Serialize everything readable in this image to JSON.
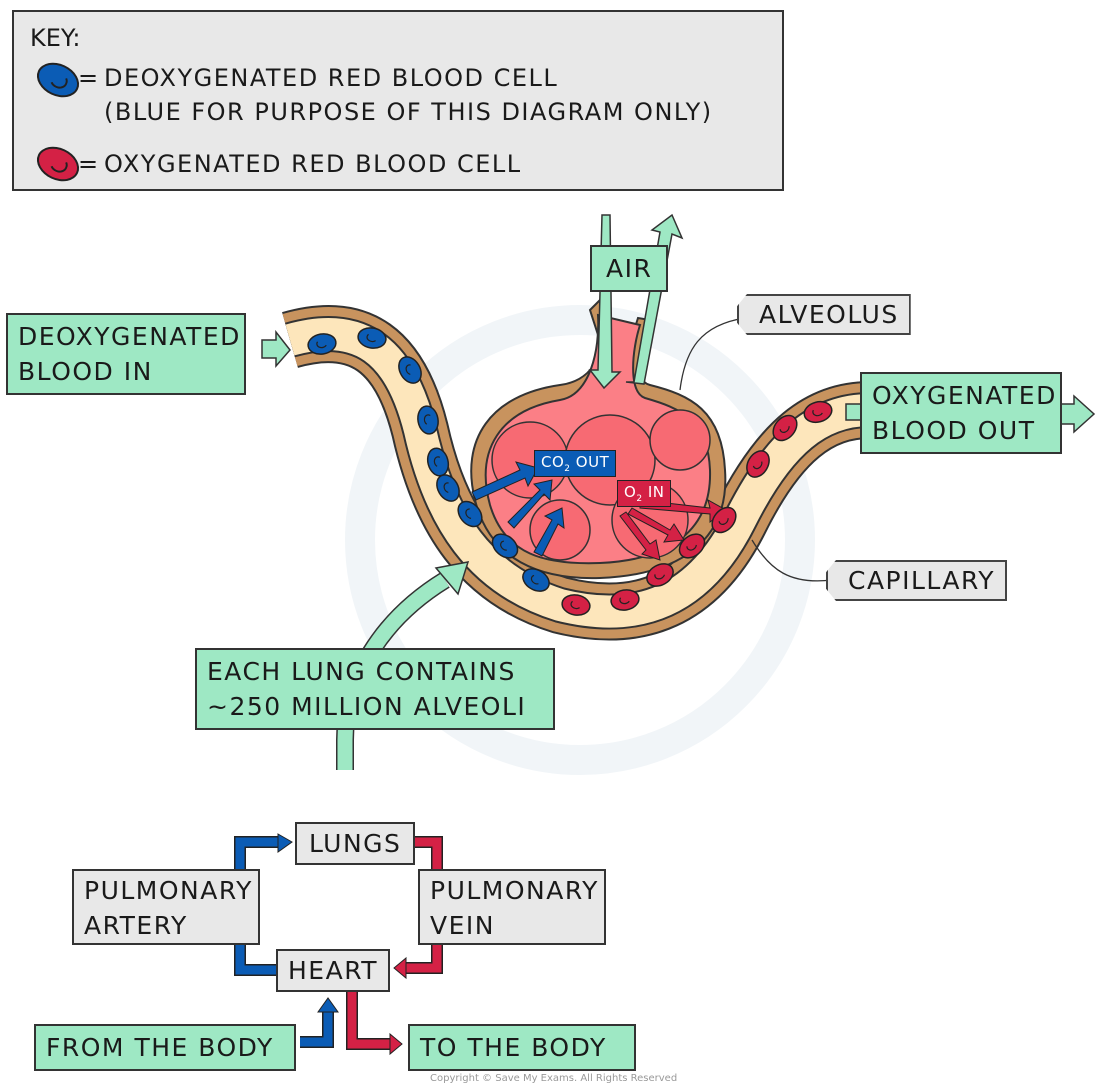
{
  "key": {
    "title": "KEY:",
    "equals": "=",
    "deoxygenated_label": "DEOXYGENATED RED BLOOD CELL",
    "deoxygenated_note": "(BLUE FOR PURPOSE OF THIS DIAGRAM ONLY)",
    "oxygenated_label": "OXYGENATED RED BLOOD CELL",
    "deoxygenated_icon": "blue-blood-cell-icon",
    "oxygenated_icon": "red-blood-cell-icon"
  },
  "diagram": {
    "air_label": "AIR",
    "alveolus_label": "ALVEOLUS",
    "capillary_label": "CAPILLARY",
    "deoxygenated_in": [
      "DEOXYGENATED",
      "BLOOD IN"
    ],
    "oxygenated_out": [
      "OXYGENATED",
      "BLOOD OUT"
    ],
    "co2_out": {
      "prefix": "CO",
      "sub": "2",
      "suffix": " OUT"
    },
    "o2_in": {
      "prefix": "O",
      "sub": "2",
      "suffix": " IN"
    },
    "alveoli_note": [
      "EACH LUNG CONTAINS",
      "~250 MILLION ALVEOLI"
    ]
  },
  "circulation": {
    "lungs": "LUNGS",
    "heart": "HEART",
    "pulmonary_artery": [
      "PULMONARY",
      "ARTERY"
    ],
    "pulmonary_vein": [
      "PULMONARY",
      "VEIN"
    ],
    "from_body": "FROM THE BODY",
    "to_body": "TO THE BODY"
  },
  "colors": {
    "deoxygenated": "#0b5cb5",
    "oxygenated": "#d42145",
    "label_green": "#9ee8c4",
    "label_grey": "#e8e8e8",
    "vessel_wall": "#c8935e",
    "plasma": "#fde6bb",
    "alveolus_tissue": "#fb7f86"
  },
  "copyright": "Copyright © Save My Exams. All Rights Reserved"
}
